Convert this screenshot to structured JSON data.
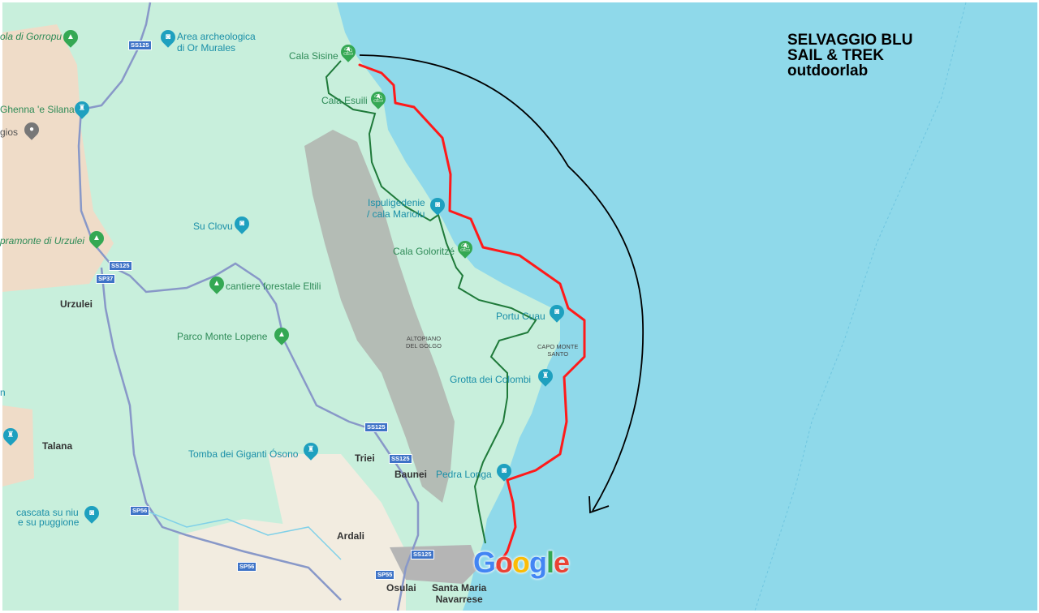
{
  "title": {
    "line1": "SELVAGGIO BLU",
    "line2": "SAIL & TREK",
    "line3": "outdoorlab"
  },
  "colors": {
    "sea": "#8fd9ea",
    "land": "#c8efdc",
    "highland_tan": "#efdcc8",
    "plateau_grey": "#a9a9a9",
    "trek_route": "#1f7a3a",
    "sail_route": "#ff1a1a",
    "return_arrow": "#000000",
    "road": "#8898c8"
  },
  "places": {
    "gorropu": "ola di Gorropu",
    "or_murales": "Area archeologica\ndi Or Murales",
    "ghenna_silana": "Ghenna 'e Silana",
    "gios": "gios",
    "cala_sisine": "Cala Sisine",
    "cala_esuili": "Cala Esuili",
    "ispuligedenie": "Ispuligedenie",
    "cala_mariolu": "/ cala Mariolu",
    "su_clovu": "Su Clovu",
    "supramonte": "pramonte di Urzulei",
    "cala_goloritze": "Cala Goloritzé",
    "cantiere": "cantiere forestale Eltili",
    "urzulei": "Urzulei",
    "portu_cuau": "Portu Cuau",
    "parco_lopene": "Parco Monte Lopene",
    "altopiano_1": "ALTOPIANO",
    "altopiano_2": "DEL GOLGO",
    "capo_1": "CAPO MONTE",
    "capo_2": "SANTO",
    "grotta": "Grotta dei Colombi",
    "talana": "Talana",
    "tomba": "Tomba dei Giganti Ósono",
    "triei": "Triei",
    "baunei": "Baunei",
    "pedra_longa": "Pedra Longa",
    "cascata_1": "cascata su niu",
    "cascata_2": "e su puggione",
    "ardali": "Ardali",
    "osulai": "Osulai",
    "santa_maria_1": "Santa Maria",
    "santa_maria_2": "Navarrese",
    "n_partial": "n"
  },
  "roads": {
    "ss125_a": "SS125",
    "ss125_b": "SS125",
    "sp37": "SP37",
    "ss125_c": "SS125",
    "ss125_d": "SS125",
    "ss125_e": "SS125",
    "sp56_a": "SP56",
    "sp56_b": "SP56",
    "sp55": "SP55"
  },
  "icons": {
    "park": "▲",
    "camera": "◙",
    "beach": "⛱",
    "monument": "♜",
    "generic": "●"
  },
  "attribution": {
    "G": "G",
    "o1": "o",
    "o2": "o",
    "g": "g",
    "l": "l",
    "e": "e"
  }
}
